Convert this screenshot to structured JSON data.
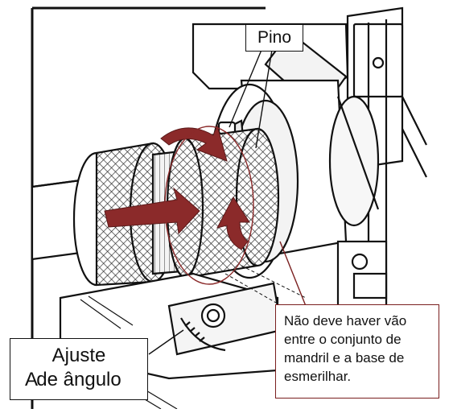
{
  "labels": {
    "pin": "Pino",
    "gap_note": [
      "Não deve haver vão",
      "entre o conjunto de",
      "mandril e a base de",
      "esmerilhar."
    ],
    "angle_adjust": [
      "Ajuste",
      "de ângulo"
    ],
    "angle_adjust_ghost": "A"
  },
  "colors": {
    "arrow": "#8b2a2a",
    "callout_line": "#7a1f1f",
    "outline": "#111111"
  }
}
